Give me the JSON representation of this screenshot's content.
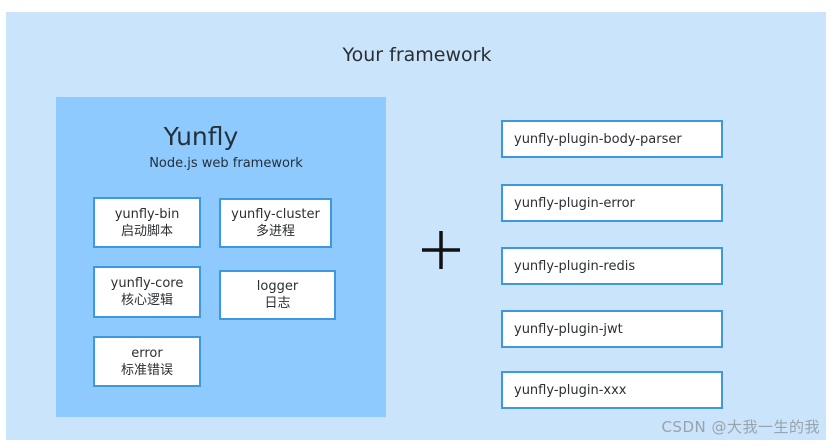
{
  "title": "Your framework",
  "core": {
    "name": "Yunfly",
    "subtitle": "Node.js web framework",
    "modules": [
      {
        "name": "yunfly-bin",
        "desc": "启动脚本"
      },
      {
        "name": "yunfly-cluster",
        "desc": "多进程"
      },
      {
        "name": "yunfly-core",
        "desc": "核心逻辑"
      },
      {
        "name": "logger",
        "desc": "日志"
      },
      {
        "name": "error",
        "desc": "标准错误"
      }
    ]
  },
  "operator": "+",
  "plugins": [
    "yunfly-plugin-body-parser",
    "yunfly-plugin-error",
    "yunfly-plugin-redis",
    "yunfly-plugin-jwt",
    "yunfly-plugin-xxx"
  ],
  "watermark": "CSDN @大我一生的我",
  "colors": {
    "outer_background": "#c9e4fb",
    "core_background": "#8fcaff",
    "box_border": "#3d98df",
    "box_background": "#ffffff"
  }
}
